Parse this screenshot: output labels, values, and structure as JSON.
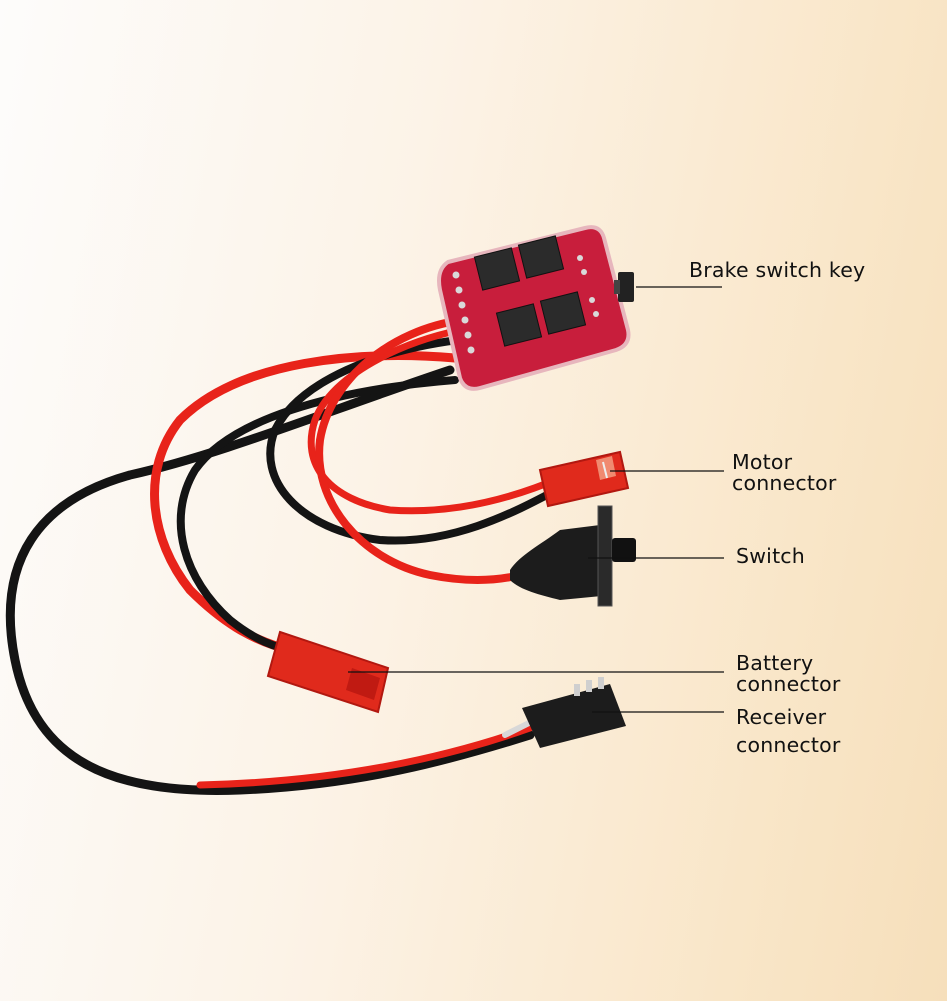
{
  "colors": {
    "wire_red": "#e8231a",
    "wire_black": "#141414",
    "pcb": "#c81e3c",
    "connector_red": "#e02a1c",
    "housing_black": "#1c1c1c",
    "leader_line": "#111111",
    "label_text": "#111111"
  },
  "labels": {
    "brake_switch_key": "Brake switch key",
    "motor_connector": "Motor\nconnector",
    "switch": "Switch",
    "battery_connector": "Battery\nconnector",
    "receiver_connector": "Receiver\nconnector"
  }
}
